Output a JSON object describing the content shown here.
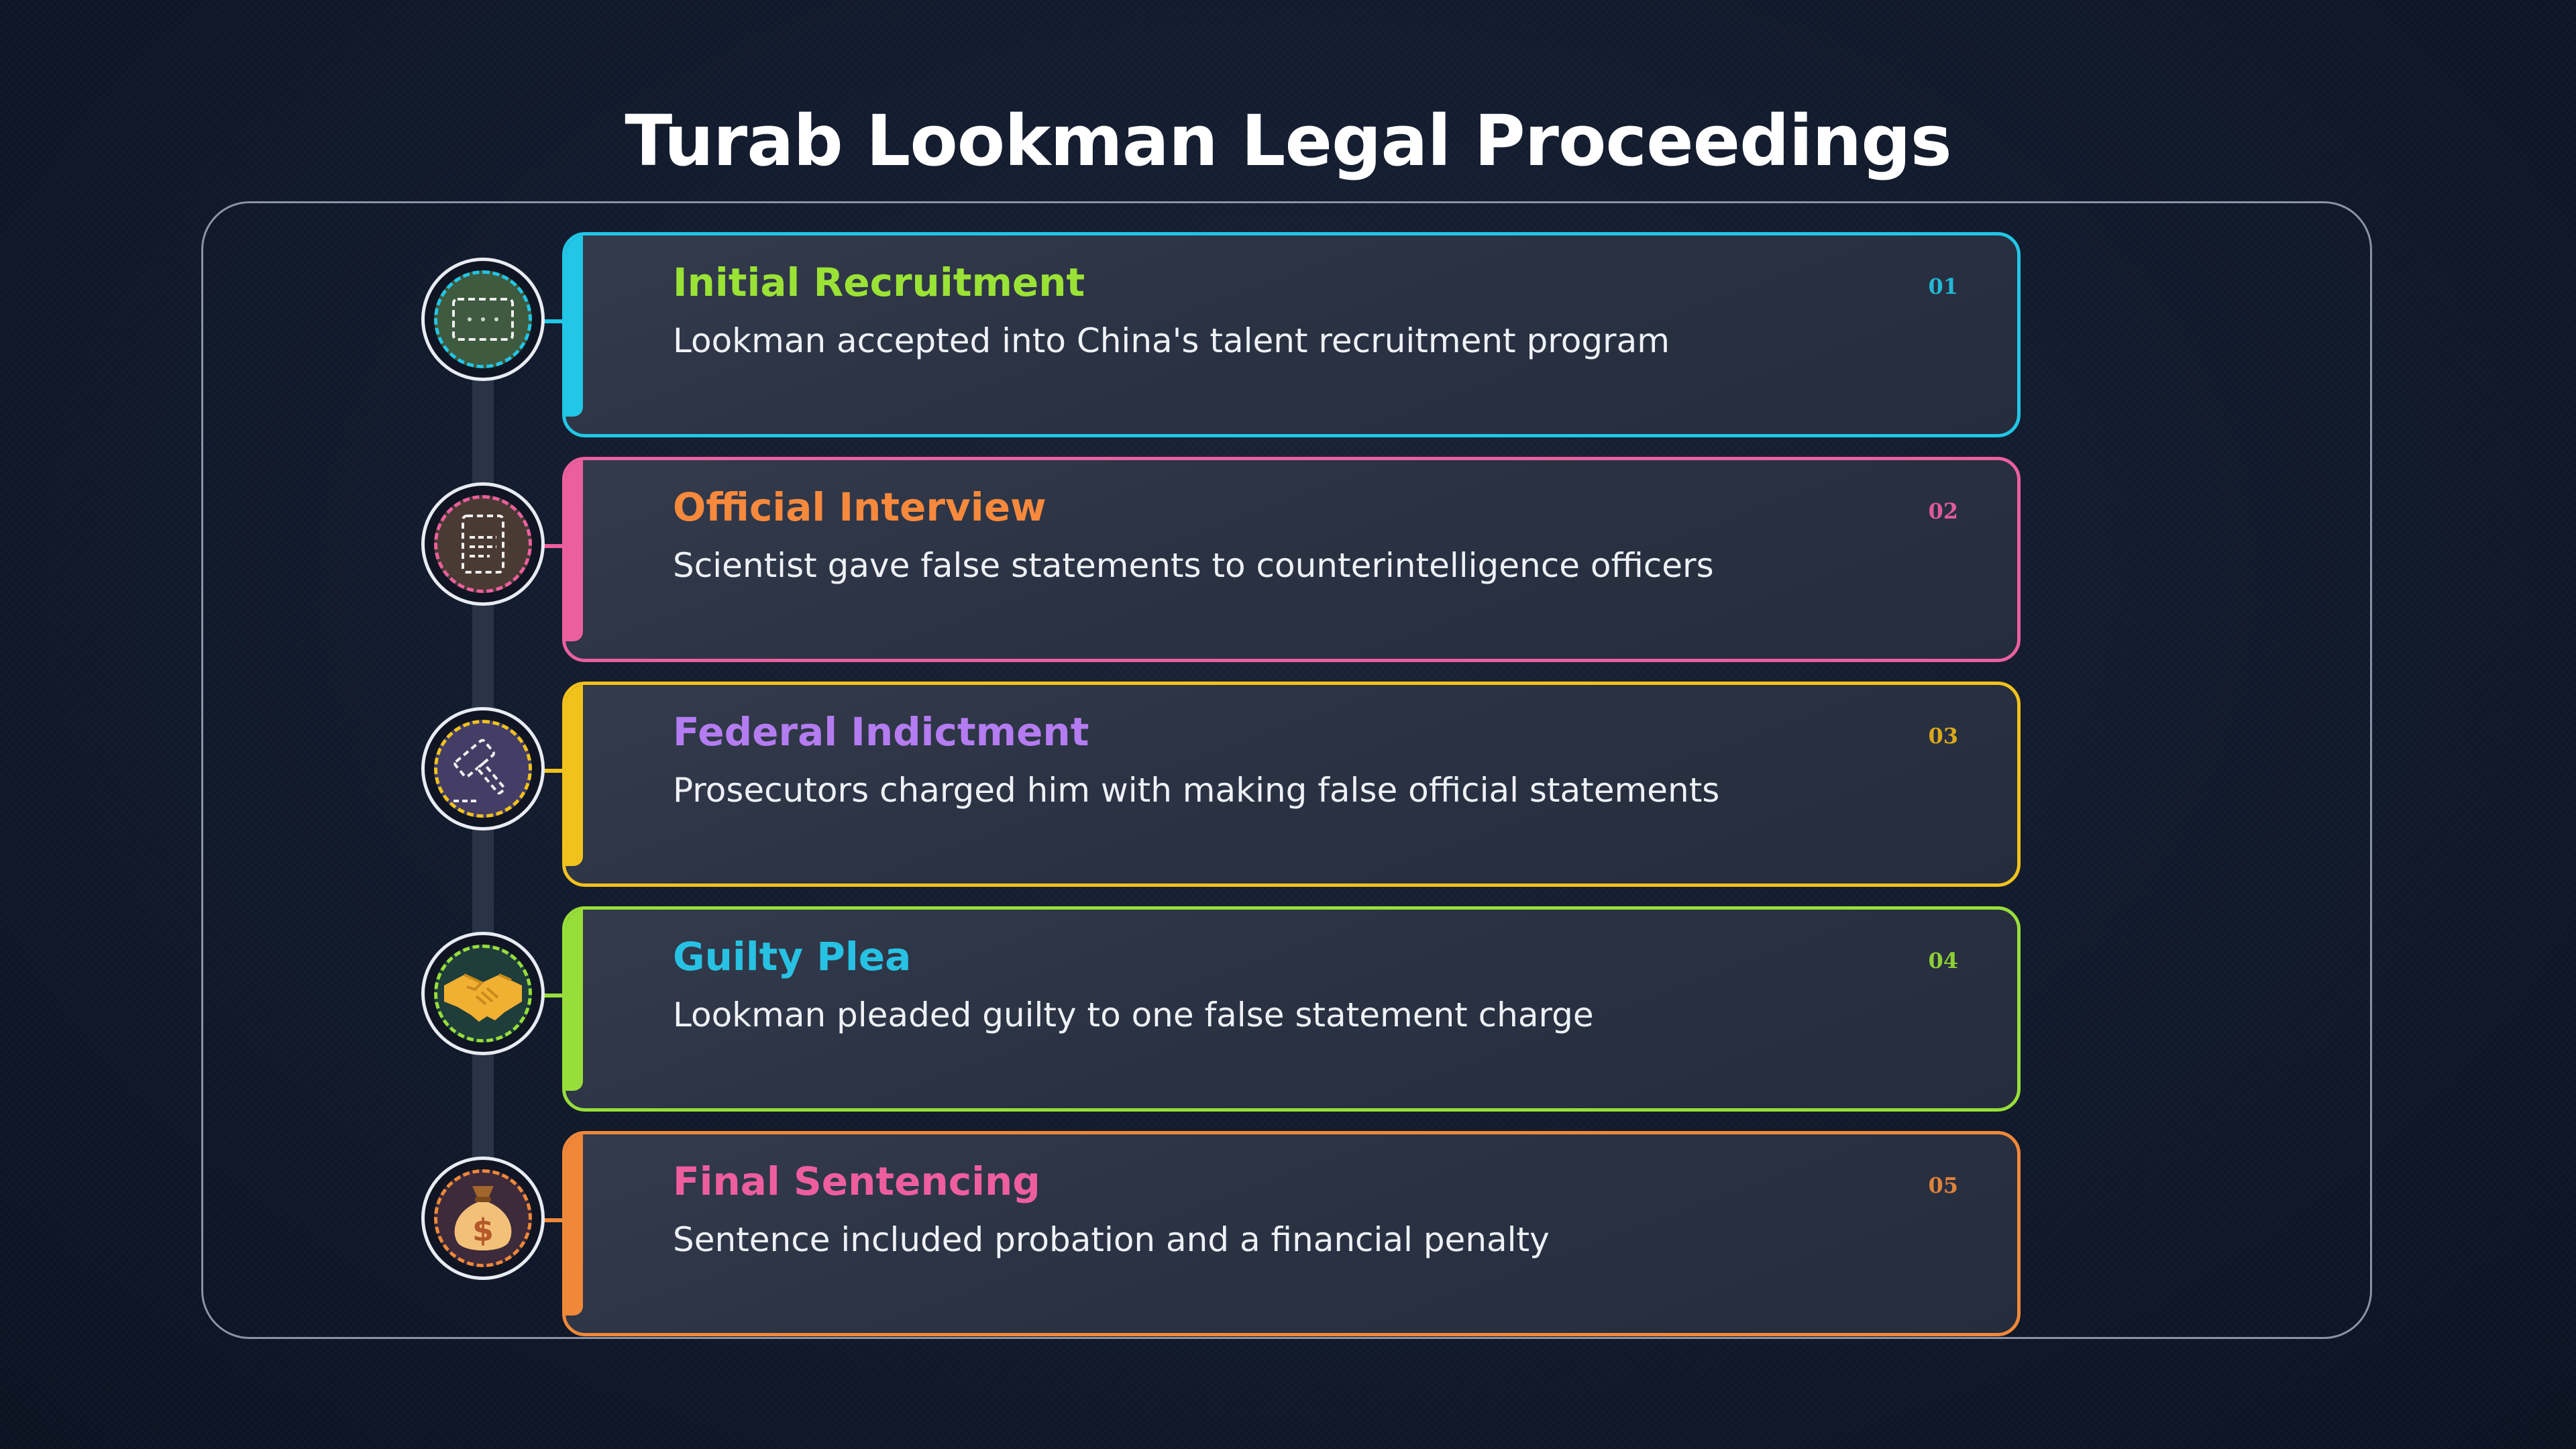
{
  "title": "Turab Lookman Legal Proceedings",
  "steps": [
    {
      "number": "01",
      "title": "Initial Recruitment",
      "description": "Lookman accepted into China's talent recruitment program",
      "icon": "blackboard-icon",
      "border_color": "#22c6e6",
      "title_color": "#9be236",
      "number_color": "#22b8d6",
      "node_fill": "#3e5a3f",
      "node_dash": "#22c6e6"
    },
    {
      "number": "02",
      "title": "Official Interview",
      "description": "Scientist gave false statements to counterintelligence officers",
      "icon": "notepad-icon",
      "border_color": "#ec5f9e",
      "title_color": "#f7893d",
      "number_color": "#e05a9a",
      "node_fill": "#4a3a34",
      "node_dash": "#ec5f9e"
    },
    {
      "number": "03",
      "title": "Federal Indictment",
      "description": "Prosecutors charged him with making false official statements",
      "icon": "gavel-icon",
      "border_color": "#f2c21c",
      "title_color": "#b47cf0",
      "number_color": "#d9a81a",
      "node_fill": "#443e66",
      "node_dash": "#f2c21c"
    },
    {
      "number": "04",
      "title": "Guilty Plea",
      "description": "Lookman pleaded guilty to one false statement charge",
      "icon": "handshake-icon",
      "border_color": "#97de3a",
      "title_color": "#27c2e3",
      "number_color": "#8dcf35",
      "node_fill": "#1f3d3a",
      "node_dash": "#97de3a"
    },
    {
      "number": "05",
      "title": "Final Sentencing",
      "description": "Sentence included probation and a financial penalty",
      "icon": "money-bag-icon",
      "border_color": "#f0883a",
      "title_color": "#ee5e9f",
      "number_color": "#e0823a",
      "node_fill": "#3d2a3a",
      "node_dash": "#f0883a"
    }
  ]
}
